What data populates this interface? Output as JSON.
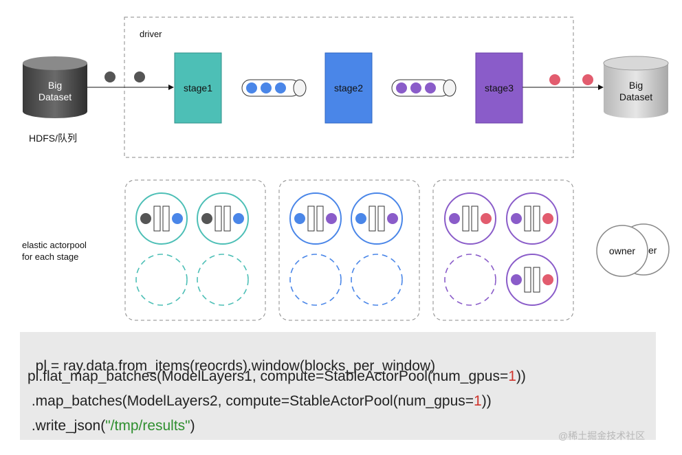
{
  "source": {
    "label": "Big\nDataset",
    "caption": "HDFS/队列"
  },
  "driver": {
    "label": "driver"
  },
  "stages": [
    {
      "label": "stage1",
      "color": "#4dbfb6"
    },
    {
      "label": "stage2",
      "color": "#4a86e8"
    },
    {
      "label": "stage3",
      "color": "#8a5cc9"
    }
  ],
  "sink": {
    "label": "Big\nDataset"
  },
  "pool_label": "elastic actorpool\nfor each stage",
  "owner": {
    "label": "owner",
    "partial": "er"
  },
  "colors": {
    "gray_item": "#555555",
    "blue_item": "#4a86e8",
    "purple_item": "#8a5cc9",
    "red_item": "#e25c6e",
    "teal": "#4dbfb6",
    "blue": "#4a86e8",
    "purple": "#8a5cc9"
  },
  "code": {
    "line1": "pl = ray.data.from_items(reocrds).window(blocks_per_window)",
    "line2a": "pl.flat_map_batches(ModelLayers1, compute=StableActorPool(num_gpus=",
    "line2n": "1",
    "line2b": "))",
    "line3a": " .map_batches(ModelLayers2, compute=StableActorPool(num_gpus=",
    "line3n": "1",
    "line3b": "))",
    "line4a": " .write_json(",
    "line4s": "\"/tmp/results\"",
    "line4b": ")"
  },
  "watermark": "@稀土掘金技术社区"
}
